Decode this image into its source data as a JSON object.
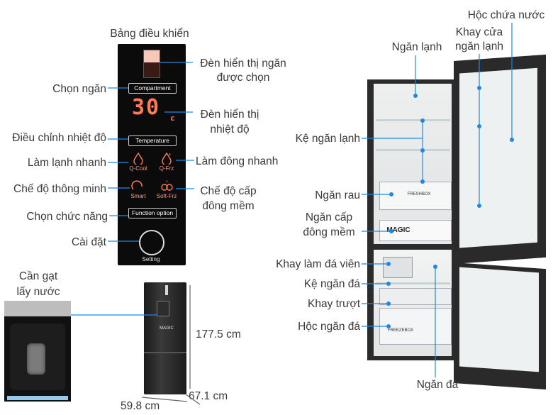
{
  "panel_title": "Bảng điều khiển",
  "panel": {
    "compartment": "Compartment",
    "display_digits": "30",
    "display_unit": "c",
    "temperature": "Temperature",
    "q_cool": "Q-Cool",
    "q_frz": "Q-Frz",
    "smart": "Smart",
    "soft_frz": "Soft-Frz",
    "function_option": "Function option",
    "setting": "Setting"
  },
  "left_labels": {
    "chon_ngan": "Chọn ngăn",
    "dieu_chinh": "Điều chỉnh nhiệt độ",
    "lam_lanh_nhanh": "Làm lạnh nhanh",
    "che_do_thong_minh": "Chế độ thông minh",
    "chon_chuc_nang": "Chọn chức năng",
    "cai_dat": "Cài đặt"
  },
  "right_panel_labels": {
    "den_ngan_1": "Đèn hiển thị ngăn",
    "den_ngan_2": "được chọn",
    "den_nhiet_1": "Đèn hiển thị",
    "den_nhiet_2": "nhiệt độ",
    "lam_dong_nhanh": "Làm đông nhanh",
    "che_do_cap_1": "Chế độ cấp",
    "che_do_cap_2": "đông mềm"
  },
  "dispenser": {
    "label_1": "Cần gạt",
    "label_2": "lấy nước"
  },
  "dimensions": {
    "height": "177.5 cm",
    "depth": "67.1 cm",
    "width": "59.8 cm"
  },
  "fridge_labels": {
    "ngan_lanh": "Ngăn lạnh",
    "hoc_chua_nuoc": "Hộc chứa nước",
    "khay_cua_1": "Khay cửa",
    "khay_cua_2": "ngăn lạnh",
    "ke_ngan_lanh": "Kệ ngăn lạnh",
    "ngan_rau": "Ngăn rau",
    "ngan_cap_1": "Ngăn cấp",
    "ngan_cap_2": "đông mềm",
    "khay_lam_da": "Khay làm đá viên",
    "ke_ngan_da": "Kệ ngăn đá",
    "khay_truot": "Khay trượt",
    "hoc_ngan_da": "Hộc ngăn đá",
    "ngan_da": "Ngăn đá"
  },
  "drawer_labels": {
    "freshbox": "FRESHBOX",
    "magic": "MAGIC",
    "freezebox": "FREEZEBOX",
    "small_magic": "MAGIC"
  },
  "colors": {
    "accent_line": "#1e88e5",
    "panel_bg": "#0b0b0b",
    "display_red": "#ff7a55",
    "fridge_body": "#2b2b2b"
  }
}
